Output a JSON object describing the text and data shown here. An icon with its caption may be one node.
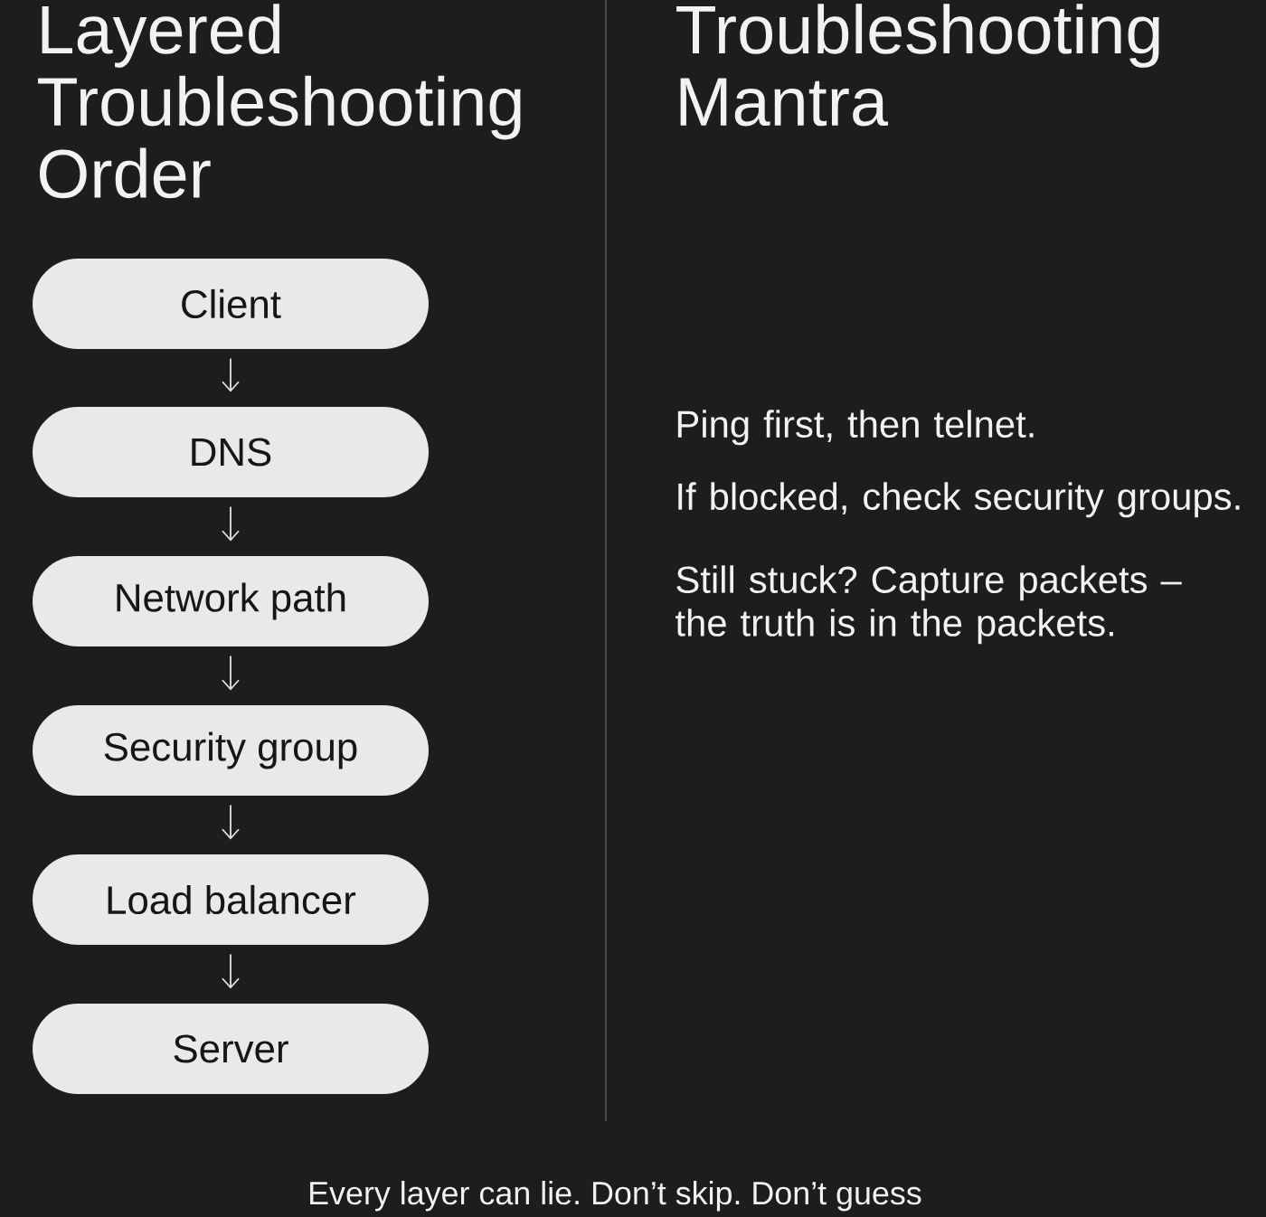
{
  "diagram": {
    "nodes": [
      {
        "text": [
          "Client"
        ]
      },
      {
        "text": [
          "DNS"
        ]
      },
      {
        "text": [
          "Network path"
        ]
      },
      {
        "text": [
          "Security group"
        ]
      },
      {
        "text": [
          "Load balancer"
        ]
      },
      {
        "text": [
          "Server"
        ]
      }
    ],
    "edges": [
      {
        "from": 0,
        "to": 1,
        "arrow": "to"
      },
      {
        "from": 1,
        "to": 2,
        "arrow": "to"
      },
      {
        "from": 2,
        "to": 3,
        "arrow": "to"
      },
      {
        "from": 3,
        "to": 4,
        "arrow": "to"
      },
      {
        "from": 4,
        "to": 5,
        "arrow": "to"
      }
    ],
    "labels": [
      "Layered Troubleshooting Order",
      "Troubleshooting Mantra",
      "Ping first, then telnet.",
      "If blocked, check security groups.",
      "Still stuck? Capture packets – the truth is in the packets."
    ],
    "caption": "Every layer can lie. Don’t skip. Don’t guess"
  }
}
